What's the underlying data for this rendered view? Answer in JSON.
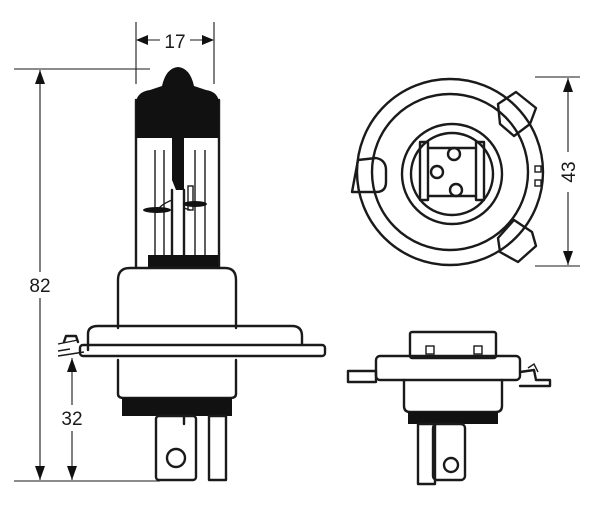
{
  "dimensions": {
    "width_label": "17",
    "height_label": "82",
    "base_height_label": "32",
    "flange_label": "43"
  }
}
